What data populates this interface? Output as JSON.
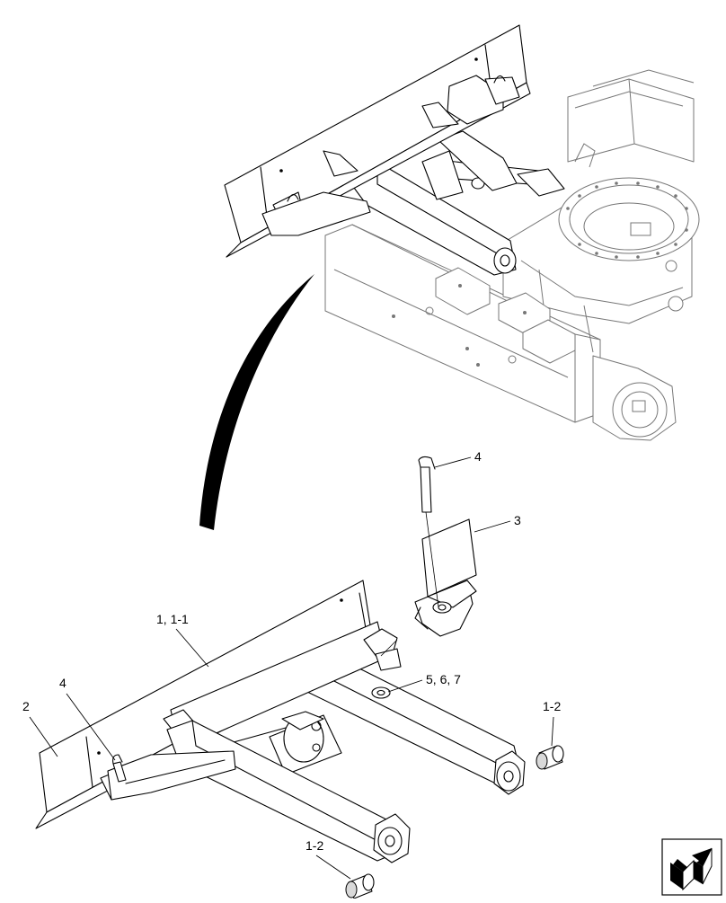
{
  "callouts": {
    "c1": "1, 1-1",
    "c2": "2",
    "c3": "3",
    "c4a": "4",
    "c4b": "4",
    "c5": "5, 6, 7",
    "c12a": "1-2",
    "c12b": "1-2"
  },
  "nav_icon": "next-page-arrow-icon"
}
